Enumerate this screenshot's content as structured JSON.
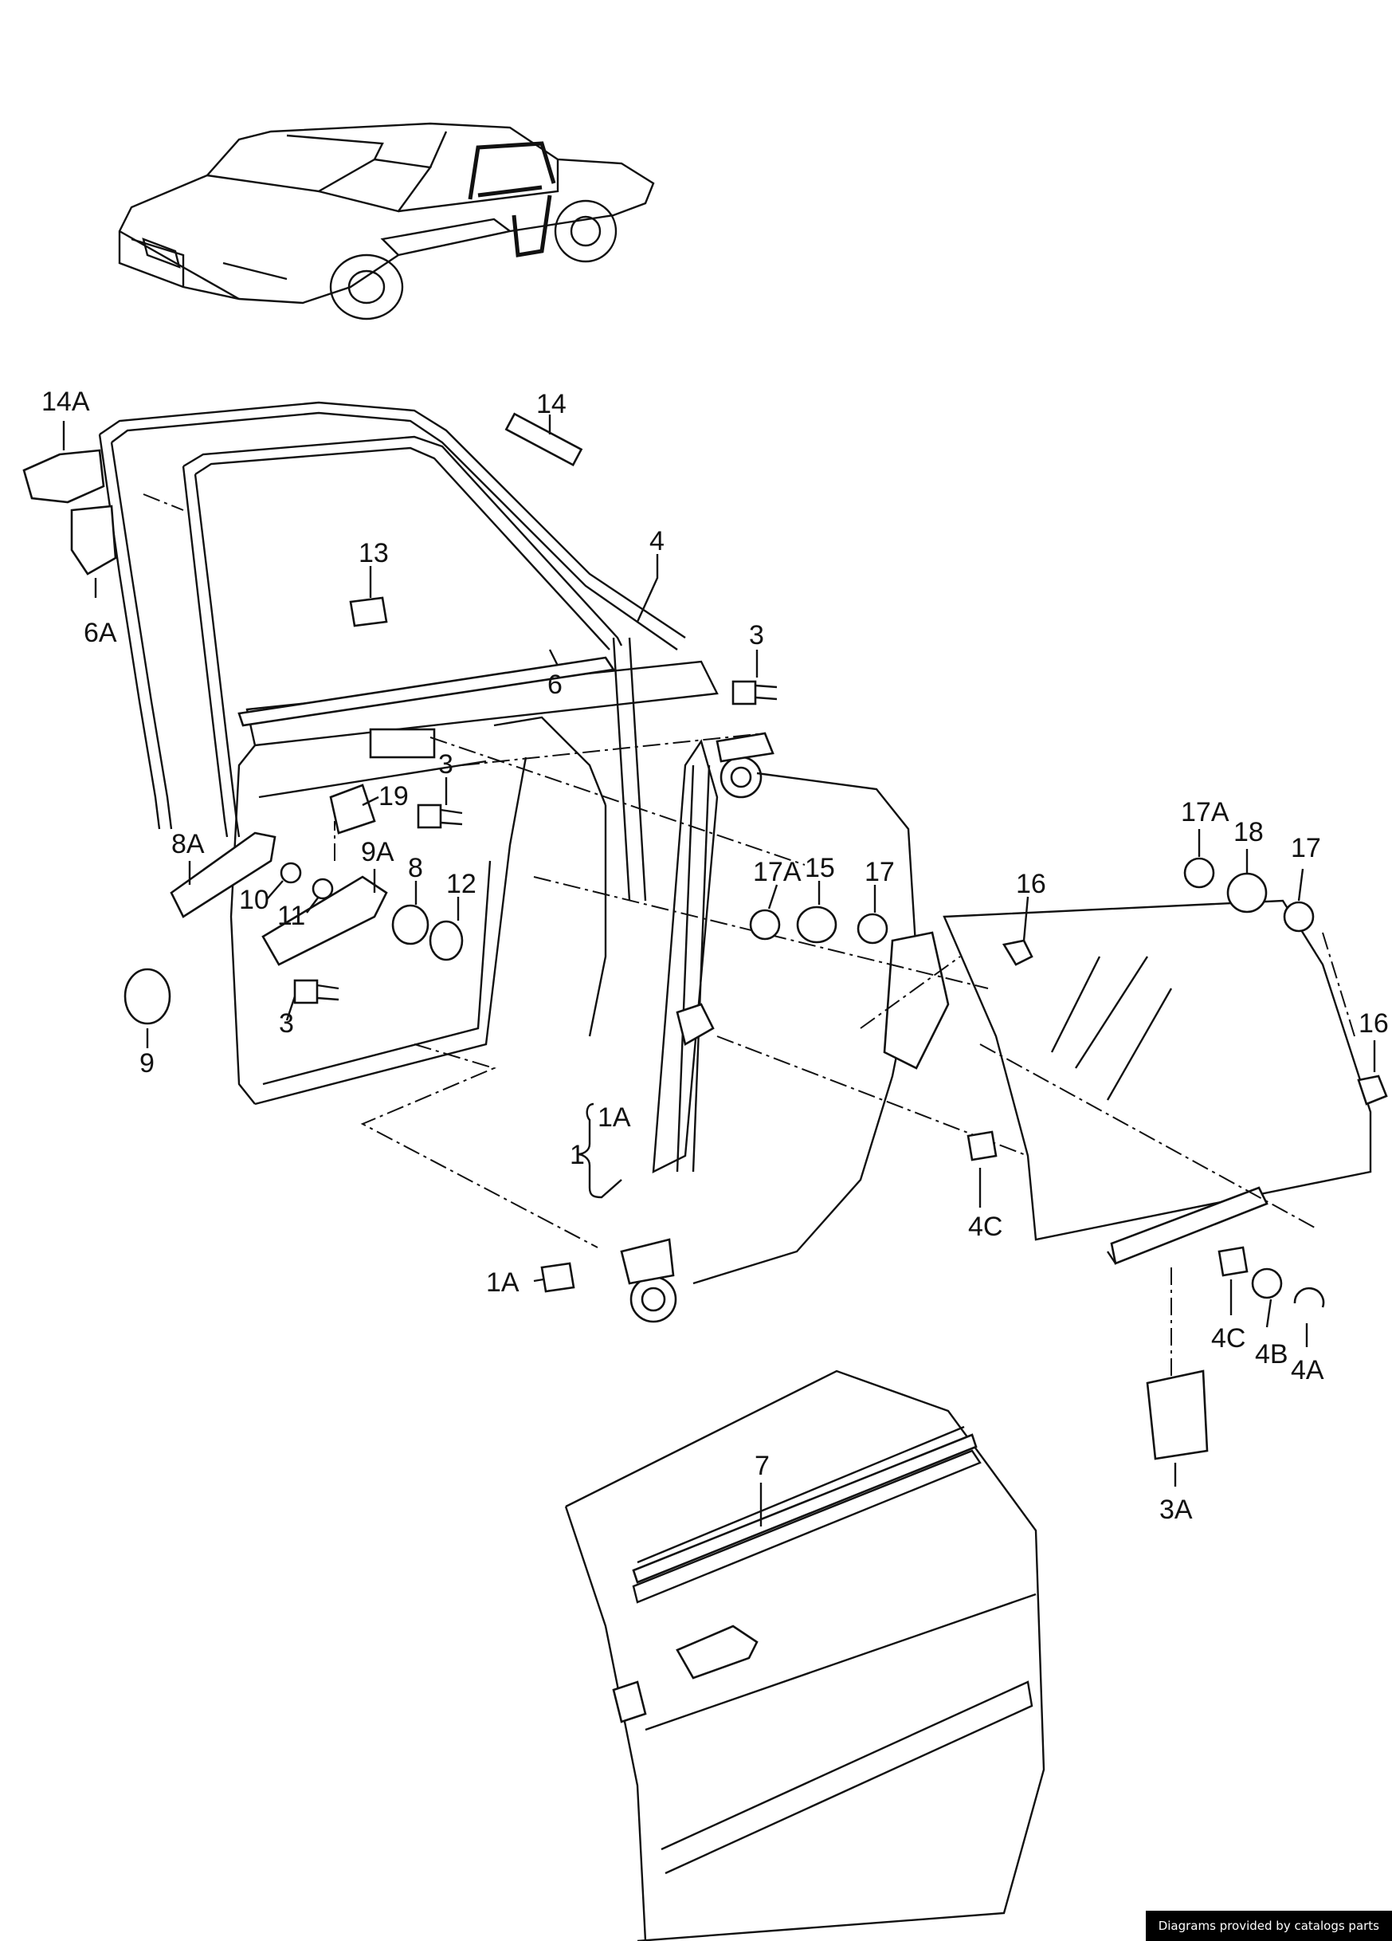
{
  "callouts": [
    {
      "id": "14A",
      "text": "14A"
    },
    {
      "id": "14",
      "text": "14"
    },
    {
      "id": "13",
      "text": "13"
    },
    {
      "id": "4",
      "text": "4"
    },
    {
      "id": "6A",
      "text": "6A"
    },
    {
      "id": "6",
      "text": "6"
    },
    {
      "id": "3a",
      "text": "3"
    },
    {
      "id": "3b",
      "text": "3"
    },
    {
      "id": "3c",
      "text": "3"
    },
    {
      "id": "19",
      "text": "19"
    },
    {
      "id": "8A",
      "text": "8A"
    },
    {
      "id": "9A",
      "text": "9A"
    },
    {
      "id": "8",
      "text": "8"
    },
    {
      "id": "10",
      "text": "10"
    },
    {
      "id": "11",
      "text": "11"
    },
    {
      "id": "12",
      "text": "12"
    },
    {
      "id": "9",
      "text": "9"
    },
    {
      "id": "17A_left",
      "text": "17A"
    },
    {
      "id": "15",
      "text": "15"
    },
    {
      "id": "17_left",
      "text": "17"
    },
    {
      "id": "16_top",
      "text": "16"
    },
    {
      "id": "17A_right",
      "text": "17A"
    },
    {
      "id": "18",
      "text": "18"
    },
    {
      "id": "17_right",
      "text": "17"
    },
    {
      "id": "16_right",
      "text": "16"
    },
    {
      "id": "1",
      "text": "1"
    },
    {
      "id": "1A_group",
      "text": "1A"
    },
    {
      "id": "1A",
      "text": "1A"
    },
    {
      "id": "4C_glass",
      "text": "4C"
    },
    {
      "id": "4C",
      "text": "4C"
    },
    {
      "id": "4B",
      "text": "4B"
    },
    {
      "id": "4A",
      "text": "4A"
    },
    {
      "id": "3A",
      "text": "3A"
    },
    {
      "id": "7",
      "text": "7"
    }
  ],
  "credit": "Diagrams provided by catalogs parts"
}
